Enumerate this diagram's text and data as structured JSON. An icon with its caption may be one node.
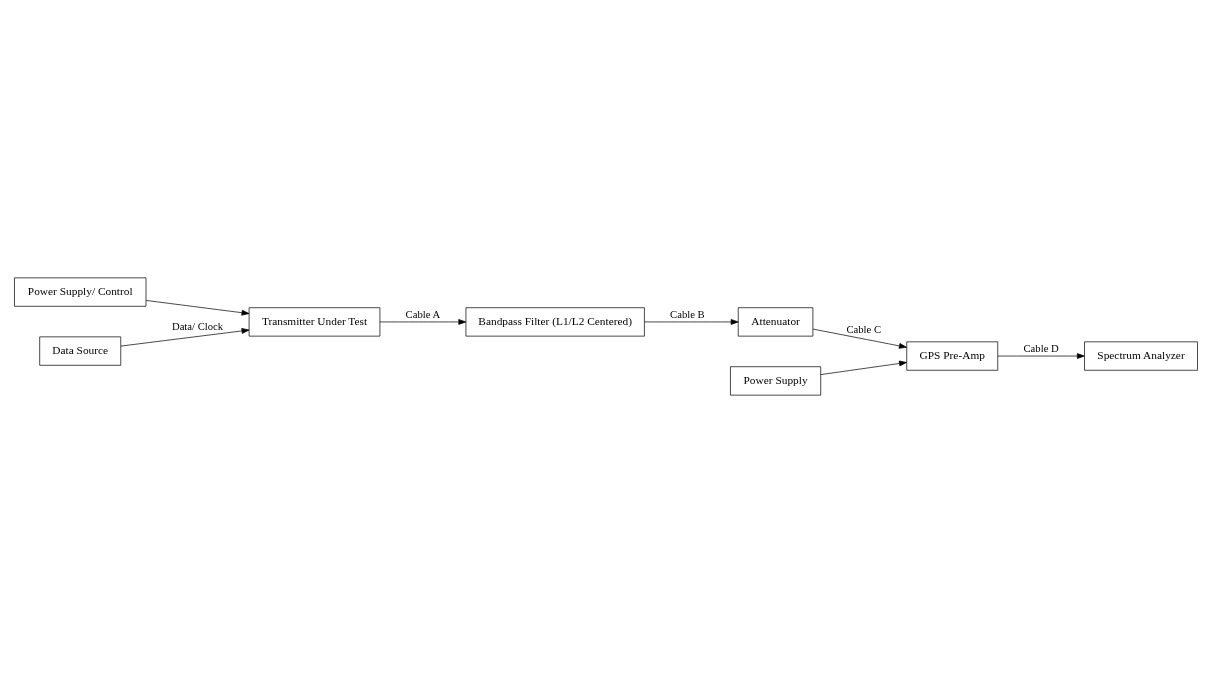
{
  "diagram": {
    "nodes": [
      {
        "text": [
          "Power Supply/ Control"
        ]
      },
      {
        "text": [
          "Data Source"
        ]
      },
      {
        "text": [
          "Transmitter Under Test"
        ]
      },
      {
        "text": [
          "Bandpass Filter (L1/L2 Centered)"
        ]
      },
      {
        "text": [
          "GPS Pre-Amp"
        ]
      },
      {
        "text": [
          "Attenuator"
        ]
      },
      {
        "text": [
          "Power Supply"
        ]
      },
      {
        "text": [
          "Spectrum Analyzer"
        ]
      }
    ],
    "edges": [
      {
        "from": 0,
        "to": 2,
        "arrow": "to"
      },
      {
        "from": 1,
        "to": 2,
        "arrow": "to",
        "label": "Data/ Clock"
      },
      {
        "from": 2,
        "to": 3,
        "arrow": "to",
        "label": "Cable A"
      },
      {
        "from": 3,
        "to": 5,
        "arrow": "to",
        "label": "Cable B"
      },
      {
        "from": 5,
        "to": 4,
        "arrow": "to",
        "label": "Cable C"
      },
      {
        "from": 6,
        "to": 4,
        "arrow": "to"
      },
      {
        "from": 4,
        "to": 7,
        "arrow": "to",
        "label": "Cable D"
      }
    ]
  }
}
